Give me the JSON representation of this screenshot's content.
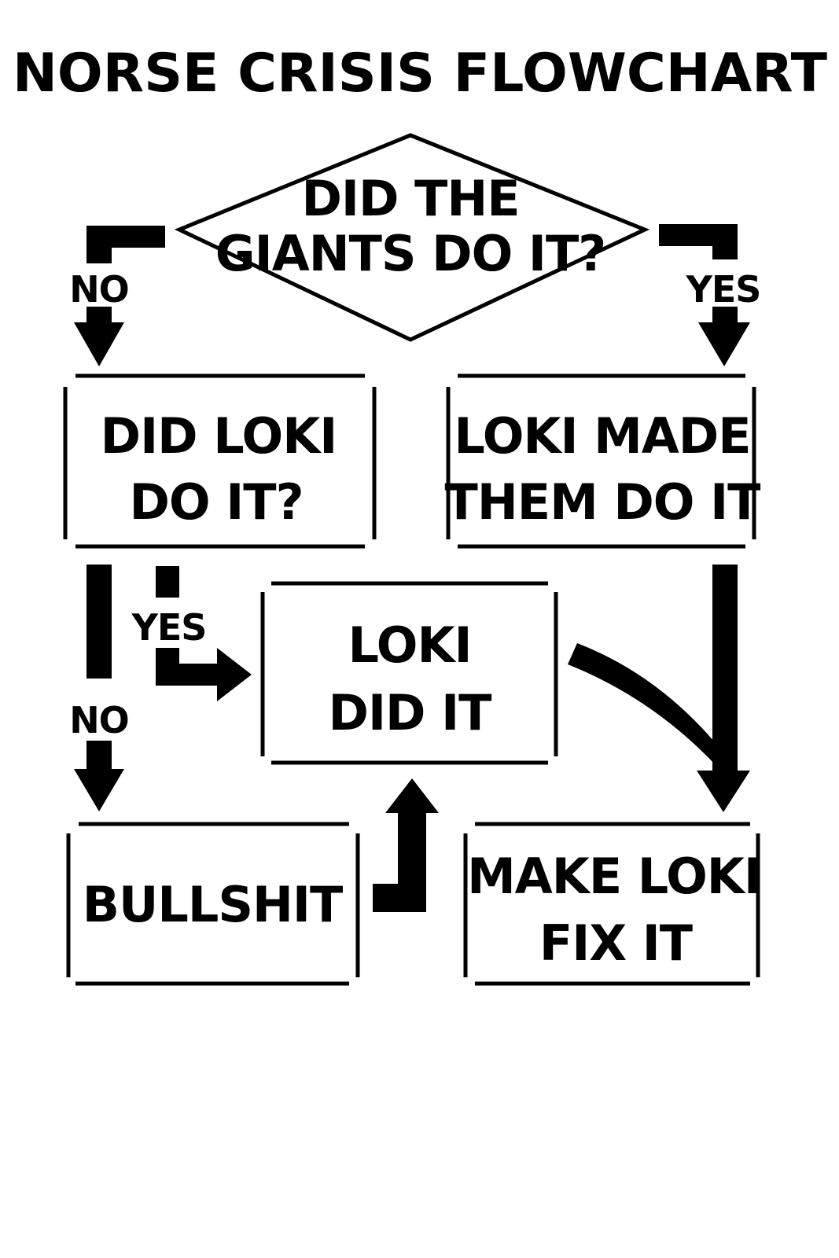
{
  "title": "NORSE CRISIS FLOWCHART",
  "colors": {
    "ink": "#000000",
    "paper": "#ffffff"
  },
  "nodes": {
    "giants": {
      "shape": "diamond",
      "lines": [
        "DID THE",
        "GIANTS DO IT?"
      ]
    },
    "did_loki": {
      "shape": "box",
      "lines": [
        "DID LOKI",
        "DO IT?"
      ]
    },
    "loki_made": {
      "shape": "box",
      "lines": [
        "LOKI MADE",
        "THEM DO IT"
      ]
    },
    "loki_did": {
      "shape": "box",
      "lines": [
        "LOKI",
        "DID IT"
      ]
    },
    "bullshit": {
      "shape": "box",
      "lines": [
        "BULLSHIT"
      ]
    },
    "fix": {
      "shape": "box",
      "lines": [
        "MAKE LOKI",
        "FIX IT"
      ]
    }
  },
  "edges": [
    {
      "from": "giants",
      "to": "did_loki",
      "label": "NO"
    },
    {
      "from": "giants",
      "to": "loki_made",
      "label": "YES"
    },
    {
      "from": "did_loki",
      "to": "loki_did",
      "label": "YES"
    },
    {
      "from": "did_loki",
      "to": "bullshit",
      "label": "NO"
    },
    {
      "from": "bullshit",
      "to": "loki_did",
      "label": ""
    },
    {
      "from": "loki_did",
      "to": "fix",
      "label": ""
    },
    {
      "from": "loki_made",
      "to": "fix",
      "label": ""
    }
  ]
}
